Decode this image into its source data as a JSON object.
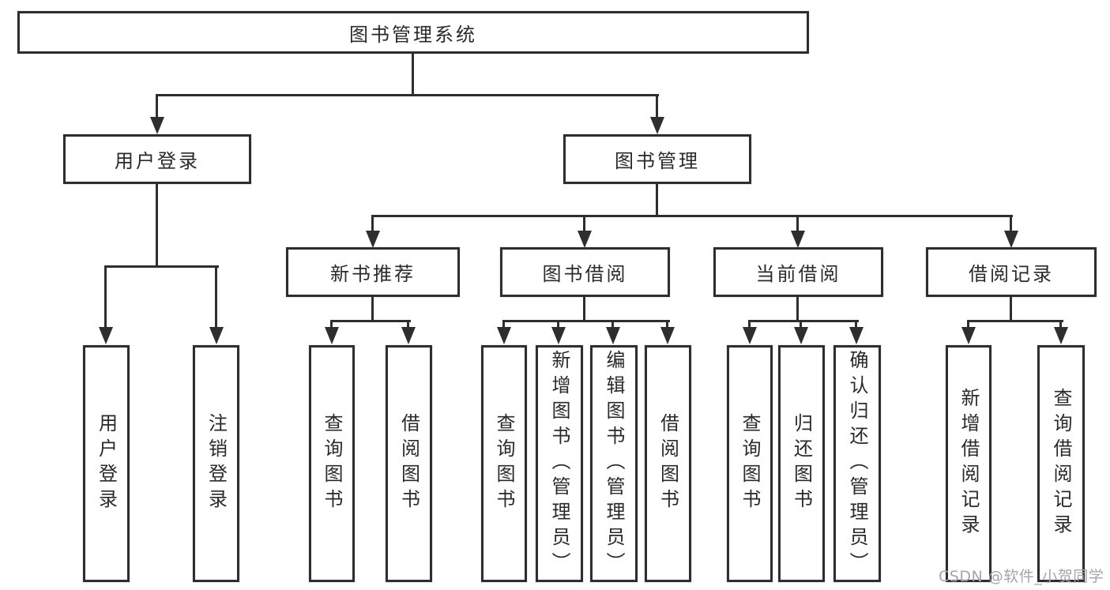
{
  "tree": {
    "root": {
      "label": "图书管理系统"
    },
    "branches": [
      {
        "label": "用户登录",
        "children": [
          {
            "label": "用户登录"
          },
          {
            "label": "注销登录"
          }
        ]
      },
      {
        "label": "图书管理",
        "children": [
          {
            "label": "新书推荐",
            "children": [
              {
                "label": "查询图书"
              },
              {
                "label": "借阅图书"
              }
            ]
          },
          {
            "label": "图书借阅",
            "children": [
              {
                "label": "查询图书"
              },
              {
                "label": "新增图书（管理员）"
              },
              {
                "label": "编辑图书（管理员）"
              },
              {
                "label": "借阅图书"
              }
            ]
          },
          {
            "label": "当前借阅",
            "children": [
              {
                "label": "查询图书"
              },
              {
                "label": "归还图书"
              },
              {
                "label": "确认归还（管理员）"
              }
            ]
          },
          {
            "label": "借阅记录",
            "children": [
              {
                "label": "新增借阅记录"
              },
              {
                "label": "查询借阅记录"
              }
            ]
          }
        ]
      }
    ]
  },
  "watermark": {
    "text": "CSDN @软件_小贺同学"
  },
  "colors": {
    "line": "#2e2e2e",
    "text": "#2a2a2a",
    "watermark_text": "#a6a6a6",
    "background": "#ffffff"
  }
}
